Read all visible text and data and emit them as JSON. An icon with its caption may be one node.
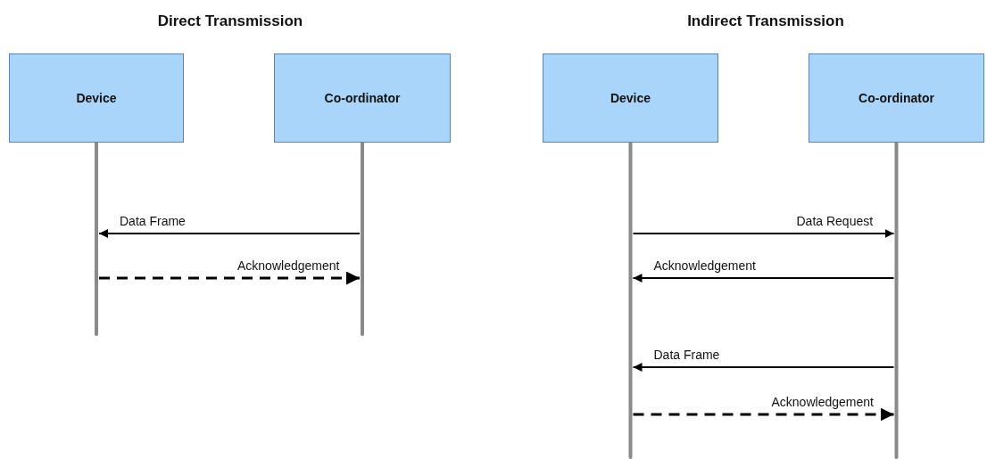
{
  "diagram": {
    "nodes": [
      {
        "text": [
          "Device"
        ]
      },
      {
        "text": [
          "Co-ordinator"
        ]
      },
      {
        "text": [
          "Device"
        ]
      },
      {
        "text": [
          "Co-ordinator"
        ]
      }
    ],
    "edges": [
      {
        "from": 1,
        "to": 0,
        "arrow": "to",
        "label": "Data Frame"
      },
      {
        "from": 0,
        "to": 1,
        "arrow": "to",
        "label": "Acknowledgement",
        "style": "dashed"
      },
      {
        "from": 2,
        "to": 3,
        "arrow": "to",
        "label": "Data Request"
      },
      {
        "from": 3,
        "to": 2,
        "arrow": "to",
        "label": "Acknowledgement"
      },
      {
        "from": 3,
        "to": 2,
        "arrow": "to",
        "label": "Data Frame"
      },
      {
        "from": 2,
        "to": 3,
        "arrow": "to",
        "label": "Acknowledgement",
        "style": "dashed"
      }
    ],
    "labels": [
      "Direct Transmission",
      "Indirect Transmission"
    ]
  }
}
